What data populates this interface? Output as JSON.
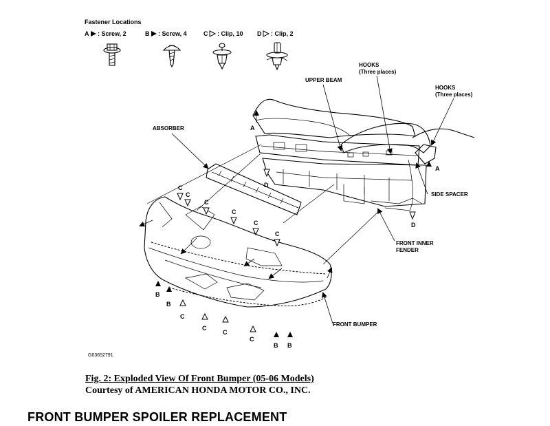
{
  "legend": {
    "heading": "Fastener Locations",
    "items": [
      {
        "letter": "A",
        "symbol": "solid-arrow",
        "text": ": Screw, 2"
      },
      {
        "letter": "B",
        "symbol": "solid-arrow",
        "text": ": Screw, 4"
      },
      {
        "letter": "C",
        "symbol": "hollow-arrow",
        "text": ": Clip, 10"
      },
      {
        "letter": "D",
        "symbol": "hollow-arrow",
        "text": ": Clip, 2"
      }
    ]
  },
  "labels": {
    "upper_beam": "UPPER BEAM",
    "hooks1_title": "HOOKS",
    "hooks1_sub": "(Three places)",
    "hooks2_title": "HOOKS",
    "hooks2_sub": "(Three places)",
    "absorber": "ABSORBER",
    "side_spacer": "SIDE SPACER",
    "front_inner_1": "FRONT INNER",
    "front_inner_2": "FENDER",
    "front_bumper": "FRONT BUMPER"
  },
  "fastener_letters": {
    "a": "A",
    "b": "B",
    "c": "C",
    "d": "D"
  },
  "image_code": "G03652791",
  "caption": {
    "title": "Fig. 2: Exploded View Of Front Bumper (05-06 Models)",
    "courtesy": "Courtesy of AMERICAN HONDA MOTOR CO., INC."
  },
  "section_heading": "FRONT BUMPER SPOILER REPLACEMENT"
}
